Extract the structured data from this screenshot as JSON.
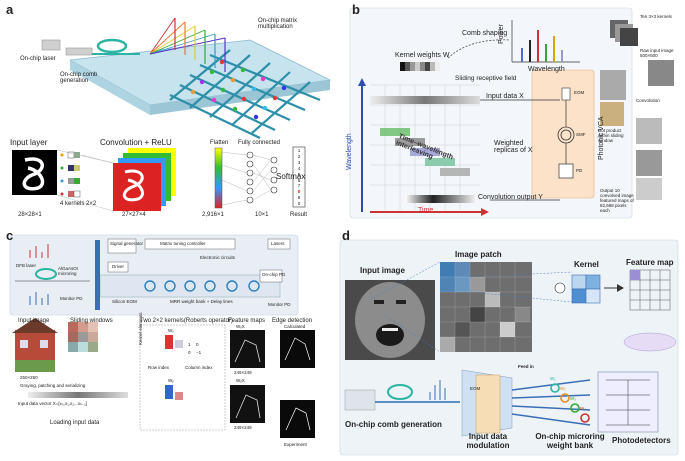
{
  "panel_a": {
    "label": "a",
    "onchip_laser": "On-chip laser",
    "comb_generation": "On-chip comb generation",
    "matrix_mult": "On-chip matrix multiplication",
    "input_layer": "Input layer",
    "conv_relu": "Convolution + ReLU",
    "flatten": "Flatten",
    "fully_connected": "Fully connected",
    "softmax": "Softmax",
    "dim_input": "28×28×1",
    "kernels": "4 kernels 2×2",
    "dim_conv": "27×27×4",
    "dim_flat": "2,916×1",
    "dim_fc": "10×1",
    "result": "Result",
    "result_digits": [
      "1",
      "2",
      "3",
      "4",
      "5",
      "6",
      "7",
      "8",
      "9",
      "0"
    ]
  },
  "panel_b": {
    "label": "b",
    "kernel_weights": "Kernel weights W",
    "comb_shaping": "Comb shaping",
    "power": "Power",
    "wavelength_axis": "Wavelength",
    "sliding_field": "Sliding receptive field",
    "input_data": "Input data X",
    "time_wavelength": "Time–wavelength interleaving",
    "weighted_replicas": "Weighted replicas of X",
    "wavelength_vert": "Wavelength",
    "time": "Time",
    "conv_output": "Convolution output Y",
    "eom": "EOM",
    "smf": "SMF",
    "pd": "PD",
    "photonic_vca": "Photonic VCA",
    "ten_kernels": "Ten 3×3 kernels",
    "raw_input": "Raw input image 500×500",
    "dot_product": "Dot product within sliding window",
    "convolution": "Convolution",
    "output_text": "Output 10 convolved image featured maps of 82,688 pixels each"
  },
  "panel_c": {
    "label": "c",
    "signal_gen": "Signal generator",
    "matrix_tuning": "Matrix tuning controller",
    "electronic": "Electronic circuits",
    "lasers": "Lasers",
    "dfb_laser": "DFB laser",
    "microring": "AlGaAsOI microring",
    "monitor_pd": "Monitor PD",
    "driver": "Driver",
    "silicon_eom": "Silicon EOM",
    "mrr_bank": "MRR weight bank + Delay lines",
    "on_chip_pd": "On-chip PD",
    "input_image": "Input image",
    "sliding_windows": "Sliding windows",
    "two_kernels": "Two 2×2 kernels(Roberts operator)",
    "feature_maps": "Feature maps",
    "edge_detection": "Edge detection",
    "dim_image": "250×250",
    "graying": "Graying, patching and serializing",
    "input_vector": "Input data vector X=[x₀,x₁,x₂...xₙ₋₁]",
    "loading": "Loading input data",
    "wx_label": "Wₓ",
    "wy_label": "Wᵧ",
    "wx_x": "WₓX",
    "wy_x": "WᵧX",
    "dim_fm1": "249×249",
    "dim_fm2": "249×249",
    "calculated": "Calculated",
    "experiment": "Experiment",
    "kernel_value_1": "1",
    "kernel_value_2": "0",
    "kernel_value_3": "0",
    "kernel_value_4": "−1",
    "row_index": "Row index",
    "column_index": "Column index",
    "kernel_elements": "Kernel elements"
  },
  "panel_d": {
    "label": "d",
    "input_image": "Input image",
    "image_patch": "Image patch",
    "kernel": "Kernel",
    "feature_map": "Feature map",
    "feed_in": "Feed in",
    "comb_generation": "On-chip comb generation",
    "input_modulation_1": "Input data",
    "input_modulation_2": "modulation",
    "mrr_1": "On-chip microring",
    "mrr_2": "weight bank",
    "photodetectors": "Photodetectors",
    "eom": "EOM",
    "w1": "W₁",
    "w2": "W₂",
    "w3": "W₃",
    "w4": "W₄"
  },
  "colors": {
    "panel_b_bg": "#f4f7fb",
    "panel_c_bg": "#eef2f7",
    "panel_d_bg": "#eef3f8",
    "blue": "#3a6fb6",
    "red": "#c33",
    "green": "#4a9a4a",
    "teal": "#3aa79a",
    "orange": "#f4c9a0"
  }
}
